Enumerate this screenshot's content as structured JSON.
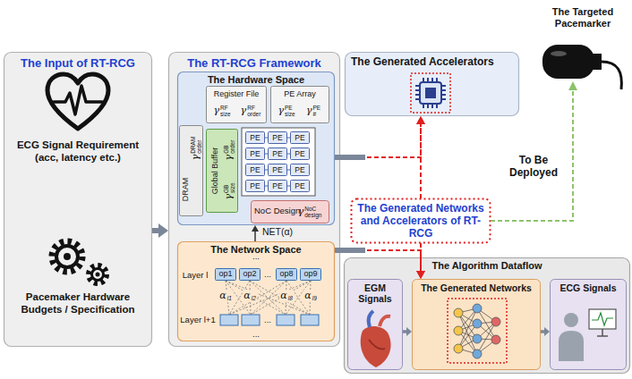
{
  "diagram": {
    "nodes": [
      {
        "text": [
          "The Input of RT-RCG",
          "ECG Signal Requirement (acc, latency etc.)",
          "Pacemaker Hardware Budgets / Specification"
        ]
      },
      {
        "text": [
          "The RT-RCG Framework"
        ]
      },
      {
        "text": [
          "The Hardware Space"
        ],
        "in": 1
      },
      {
        "text": [
          "Register File"
        ],
        "in": 2
      },
      {
        "text": [
          "PE Array"
        ],
        "in": 2
      },
      {
        "text": [
          "DRAM"
        ],
        "in": 2
      },
      {
        "text": [
          "Global Buffer"
        ],
        "in": 2
      },
      {
        "text": [
          "PE"
        ],
        "in": 2
      },
      {
        "text": [
          "PE"
        ],
        "in": 2
      },
      {
        "text": [
          "PE"
        ],
        "in": 2
      },
      {
        "text": [
          "PE"
        ],
        "in": 2
      },
      {
        "text": [
          "PE"
        ],
        "in": 2
      },
      {
        "text": [
          "PE"
        ],
        "in": 2
      },
      {
        "text": [
          "PE"
        ],
        "in": 2
      },
      {
        "text": [
          "PE"
        ],
        "in": 2
      },
      {
        "text": [
          "PE"
        ],
        "in": 2
      },
      {
        "text": [
          "PE"
        ],
        "in": 2
      },
      {
        "text": [
          "PE"
        ],
        "in": 2
      },
      {
        "text": [
          "PE"
        ],
        "in": 2
      },
      {
        "text": [
          "NoC Design"
        ],
        "in": 2
      },
      {
        "text": [
          "The Network Space"
        ],
        "in": 1
      },
      {
        "text": [
          "op1"
        ],
        "in": 20
      },
      {
        "text": [
          "op2"
        ],
        "in": 20
      },
      {
        "text": [
          "op8"
        ],
        "in": 20
      },
      {
        "text": [
          "op9"
        ],
        "in": 20
      },
      {
        "text": [
          "The Generated Accelerators"
        ]
      },
      {
        "text": [
          "The Generated Networks and Accelerators of RT-RCG"
        ]
      },
      {
        "text": [
          "The Algorithm Dataflow"
        ]
      },
      {
        "text": [
          "EGM Signals"
        ],
        "in": 27
      },
      {
        "text": [
          "The Generated Networks"
        ],
        "in": 27
      },
      {
        "text": [
          "ECG Signals"
        ],
        "in": 27
      }
    ],
    "edges": [
      {
        "from": 0,
        "to": 1,
        "arrow": "to"
      },
      {
        "from": 2,
        "to": 25,
        "arrow": "to"
      },
      {
        "from": 26,
        "to": 25,
        "arrow": "to"
      },
      {
        "from": 20,
        "to": 29,
        "arrow": "to"
      },
      {
        "from": 26,
        "to": 29,
        "arrow": "to"
      },
      {
        "from": 20,
        "to": 2,
        "label": "NET(α)",
        "arrow": "to"
      },
      {
        "from": 28,
        "to": 29,
        "arrow": "to"
      },
      {
        "from": 29,
        "to": 30,
        "arrow": "to"
      }
    ],
    "labels": [
      "γ",
      "RF",
      "size",
      "γ",
      "RF",
      "order",
      "γ",
      "PE",
      "size",
      "γ",
      "PE",
      "#",
      "γ",
      "DRAM",
      "order",
      "γ",
      "GB",
      "order",
      "γ",
      "GB",
      "size",
      "γ",
      "NoC",
      "design",
      "...",
      "Layer l",
      "...",
      "α",
      "l1",
      "α",
      "l2",
      "α",
      "l8",
      "α",
      "l9",
      "Layer l+1",
      "...",
      "...",
      "The Targeted Pacemarker",
      "To Be Deployed"
    ]
  }
}
